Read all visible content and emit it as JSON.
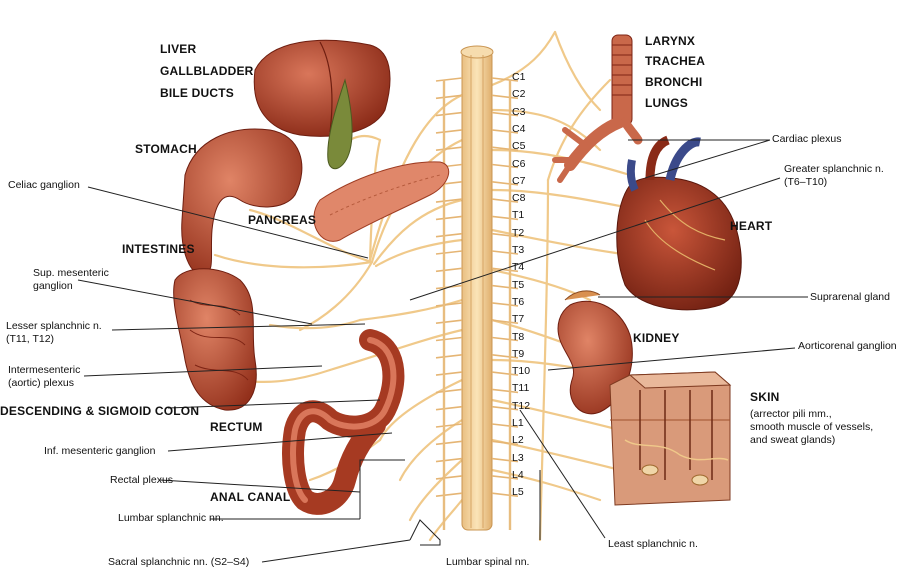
{
  "organ_labels": {
    "liver": "LIVER",
    "gallbladder": "GALLBLADDER",
    "bile_ducts": "BILE DUCTS",
    "stomach": "STOMACH",
    "pancreas": "PANCREAS",
    "intestines": "INTESTINES",
    "descending_sigmoid_colon": "DESCENDING & SIGMOID COLON",
    "rectum": "RECTUM",
    "anal_canal": "ANAL CANAL",
    "larynx": "LARYNX",
    "trachea": "TRACHEA",
    "bronchi": "BRONCHI",
    "lungs": "LUNGS",
    "heart": "HEART",
    "kidney": "KIDNEY",
    "skin": "SKIN"
  },
  "skin_note": [
    "(arrector pili mm.,",
    "smooth muscle of vessels,",
    "and sweat glands)"
  ],
  "nerve_labels": {
    "celiac_ganglion": "Celiac ganglion",
    "sup_mesenteric": [
      "Sup. mesenteric",
      "ganglion"
    ],
    "lesser_splanchnic": [
      "Lesser splanchnic n.",
      "(T11, T12)"
    ],
    "intermesenteric": [
      "Intermesenteric",
      "(aortic) plexus"
    ],
    "inf_mesenteric": "Inf. mesenteric ganglion",
    "rectal_plexus": "Rectal plexus",
    "lumbar_splanchnic": "Lumbar splanchnic nn.",
    "sacral_splanchnic": "Sacral splanchnic nn. (S2–S4)",
    "lumbar_spinal": "Lumbar spinal nn.",
    "least_splanchnic": "Least splanchnic n.",
    "aorticorenal": "Aorticorenal ganglion",
    "suprarenal": "Suprarenal gland",
    "greater_splanchnic": [
      "Greater splanchnic n.",
      "(T6–T10)"
    ],
    "cardiac_plexus": "Cardiac plexus"
  },
  "segments": [
    "C1",
    "C2",
    "C3",
    "C4",
    "C5",
    "C6",
    "C7",
    "C8",
    "T1",
    "T2",
    "T3",
    "T4",
    "T5",
    "T6",
    "T7",
    "T8",
    "T9",
    "T10",
    "T11",
    "T12",
    "L1",
    "L2",
    "L3",
    "L4",
    "L5"
  ],
  "colors": {
    "nerve": "#f0c98a",
    "nerve_dark": "#d9a25c",
    "organ": "#b8452c",
    "organ_light": "#d9765a",
    "organ_dark": "#7e2414",
    "pancreas": "#e0876a",
    "skin": "#d99a7a",
    "leader": "#222222"
  }
}
